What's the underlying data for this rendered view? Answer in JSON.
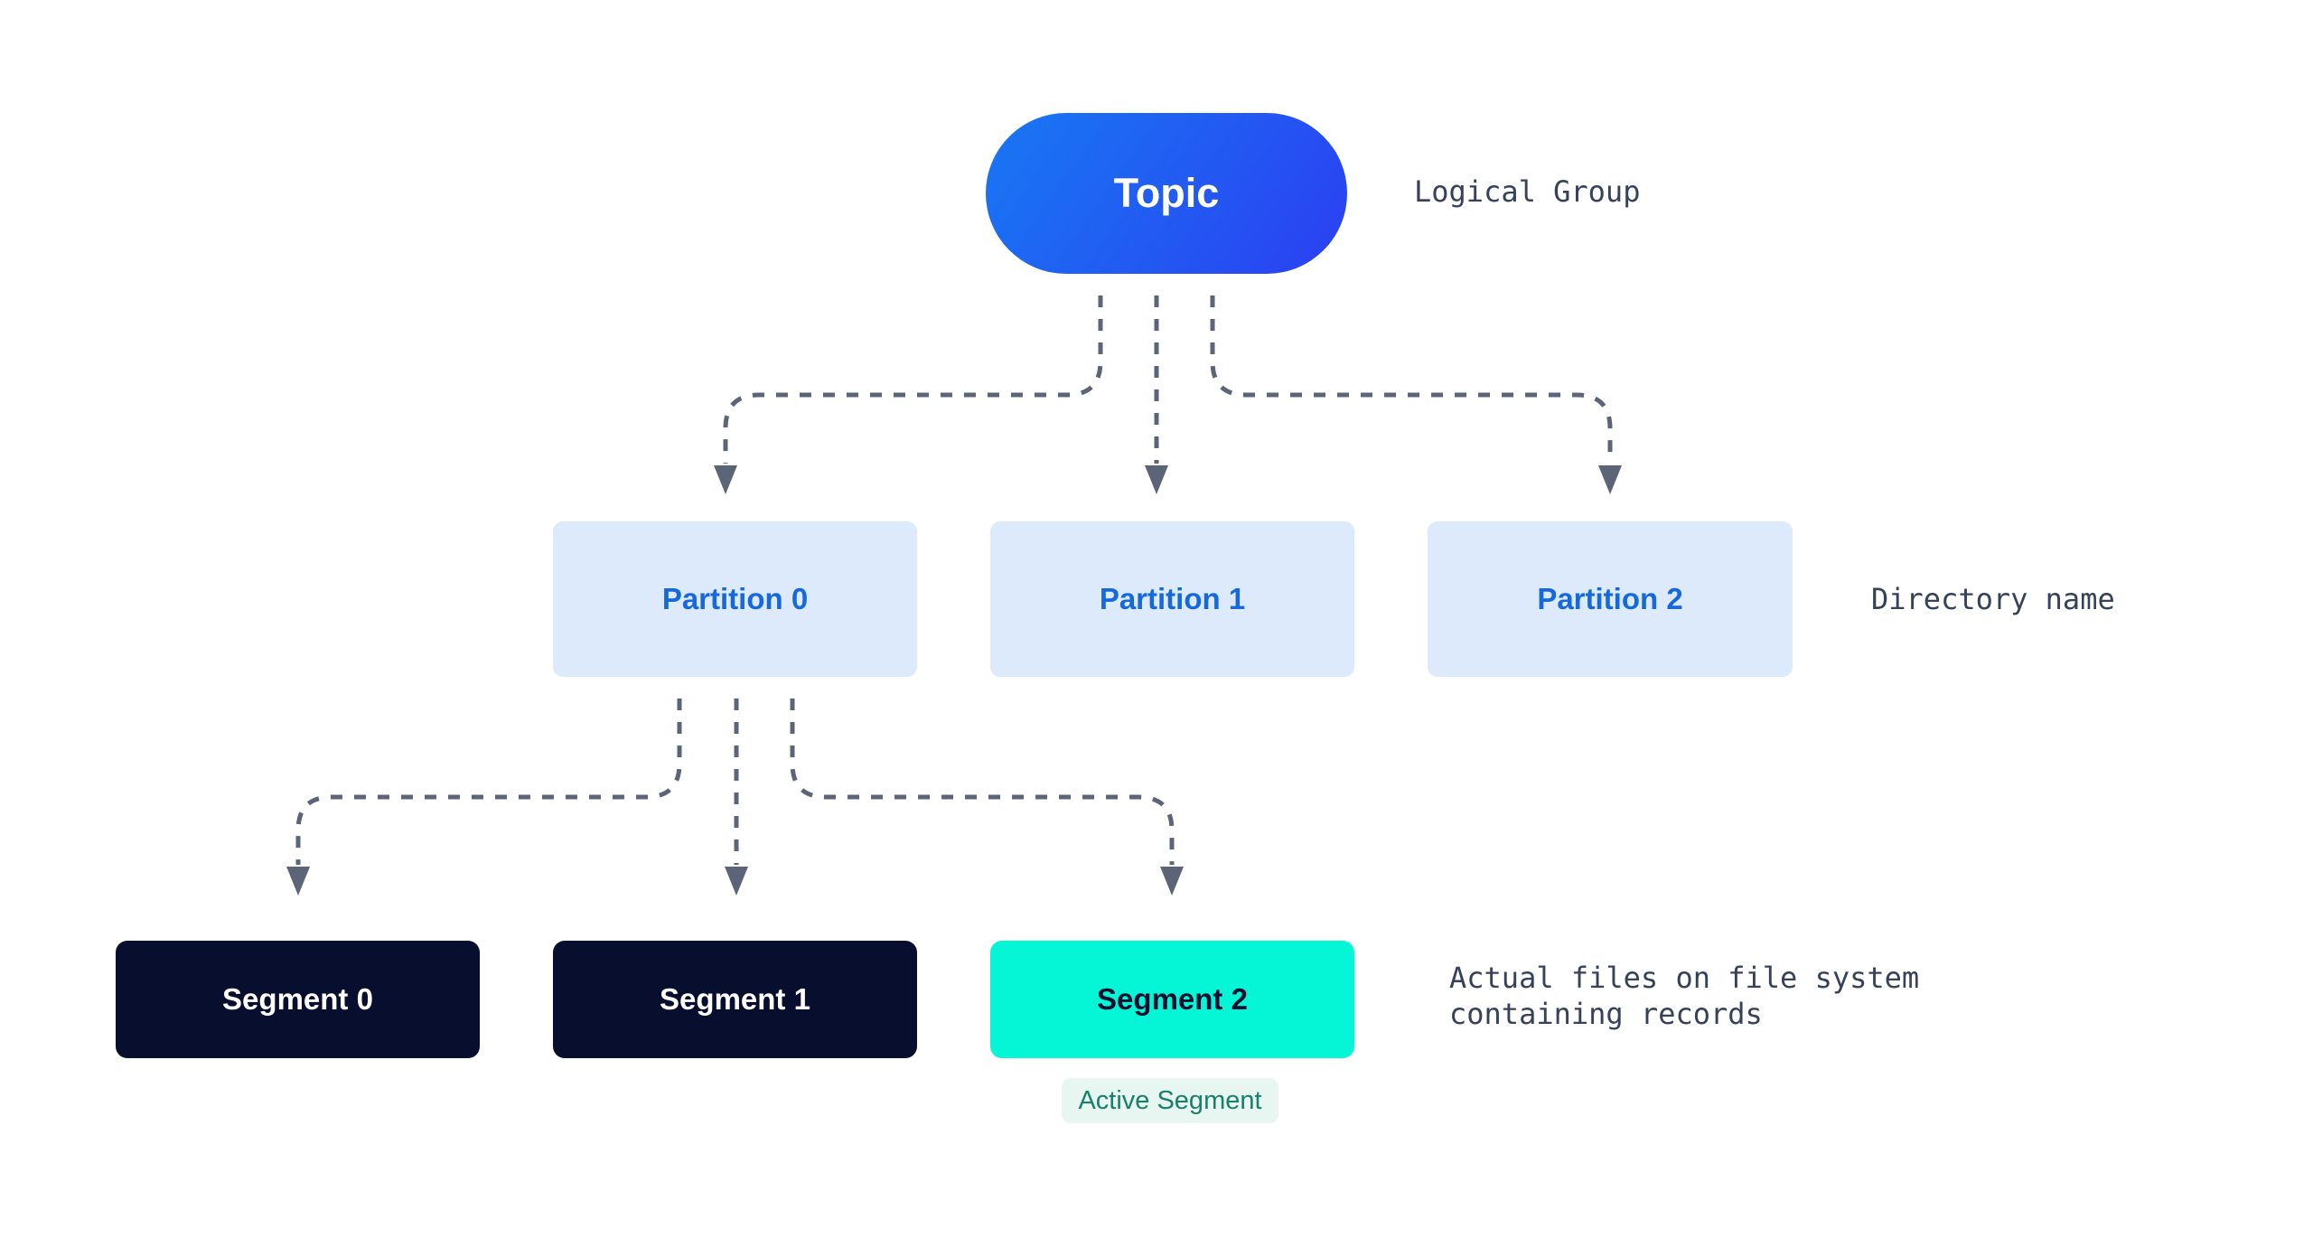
{
  "diagram": {
    "title_hint": "Topic / Partition / Segment hierarchy diagram"
  },
  "topic": {
    "label": "Topic",
    "annotation": "Logical Group"
  },
  "partitions": {
    "annotation": "Directory name",
    "items": [
      {
        "label": "Partition 0"
      },
      {
        "label": "Partition 1"
      },
      {
        "label": "Partition 2"
      }
    ]
  },
  "segments": {
    "annotation": "Actual files on file system\ncontaining records",
    "items": [
      {
        "label": "Segment 0",
        "active": false
      },
      {
        "label": "Segment 1",
        "active": false
      },
      {
        "label": "Segment 2",
        "active": true
      }
    ]
  },
  "active_badge": {
    "label": "Active Segment"
  },
  "palette": {
    "background": "#ffffff",
    "topic_gradient_start": "#1878f3",
    "topic_gradient_end": "#2b3ff2",
    "topic_text": "#ffffff",
    "partition_fill": "#ddeafc",
    "partition_text": "#1569dd",
    "segment_fill": "#070e2e",
    "segment_text": "#ffffff",
    "active_segment_fill": "#04f6d6",
    "active_segment_text": "#071030",
    "badge_bg": "#e7f6f0",
    "badge_text": "#19806b",
    "connector": "#5c6577",
    "annotation_text": "#36415a"
  }
}
